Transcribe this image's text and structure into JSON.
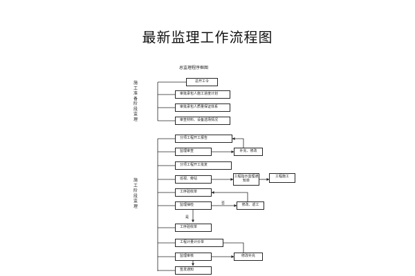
{
  "page_title": "最新监理工作流程图",
  "flow_title": "总监理程序框图",
  "sections": {
    "prep": "施工准备阶段监理",
    "construction": "施工阶段监理"
  },
  "boxes": {
    "b1": "总开工令",
    "b2": "审批承包人施工进度计划",
    "b3": "审批承包人质量保证体系",
    "b4": "审查材料、设备选场情况",
    "b5": "分项工程开工报告",
    "b6": "监理审查",
    "b7": "补充、修改",
    "b8": "分项工程开工批复",
    "b9": "巡视、旁站",
    "b10": "工程指示监理通知单",
    "b11": "工程施工",
    "b12": "工序验收单",
    "b13": "监理抽检",
    "b14": "修改、返工",
    "b15": "工序验收单",
    "b16": "工程计量计价单",
    "b17": "监理审核",
    "b18": "修改补充",
    "b19": "签发通知"
  },
  "labels": {
    "fail": "否",
    "pass": "是"
  }
}
